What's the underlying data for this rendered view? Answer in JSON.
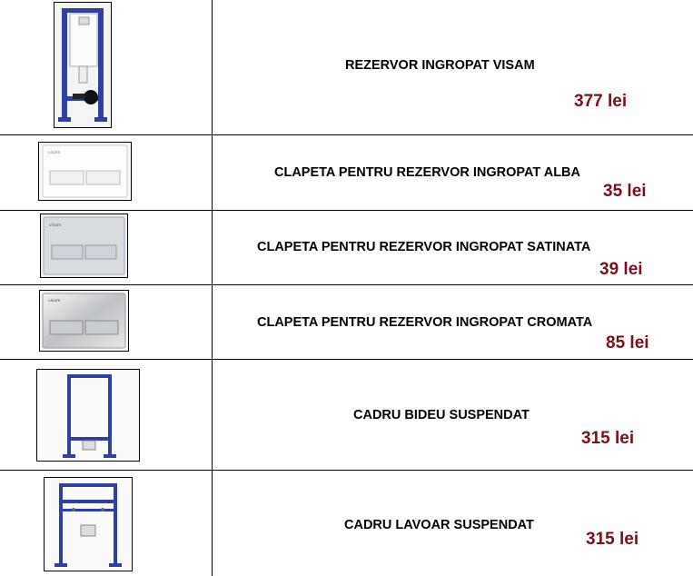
{
  "products": [
    {
      "name": "REZERVOR INGROPAT VISAM",
      "price": "377 lei",
      "image": "concealed-cistern-frame",
      "brand": "visam"
    },
    {
      "name": "CLAPETA PENTRU REZERVOR INGROPAT ALBA",
      "price": "35 lei",
      "image": "flush-plate-white",
      "brand": "visam"
    },
    {
      "name": "CLAPETA PENTRU REZERVOR INGROPAT SATINATA",
      "price": "39 lei",
      "image": "flush-plate-satin",
      "brand": "visam"
    },
    {
      "name": "CLAPETA PENTRU REZERVOR INGROPAT CROMATA",
      "price": "85 lei",
      "image": "flush-plate-chrome",
      "brand": "visam"
    },
    {
      "name": "CADRU BIDEU SUSPENDAT",
      "price": "315 lei",
      "image": "bidet-frame"
    },
    {
      "name": "CADRU LAVOAR SUSPENDAT",
      "price": "315 lei",
      "image": "washbasin-frame"
    }
  ],
  "colors": {
    "price": "#7a0f1c",
    "frame_blue": "#2f3fa8",
    "border": "#000000"
  }
}
